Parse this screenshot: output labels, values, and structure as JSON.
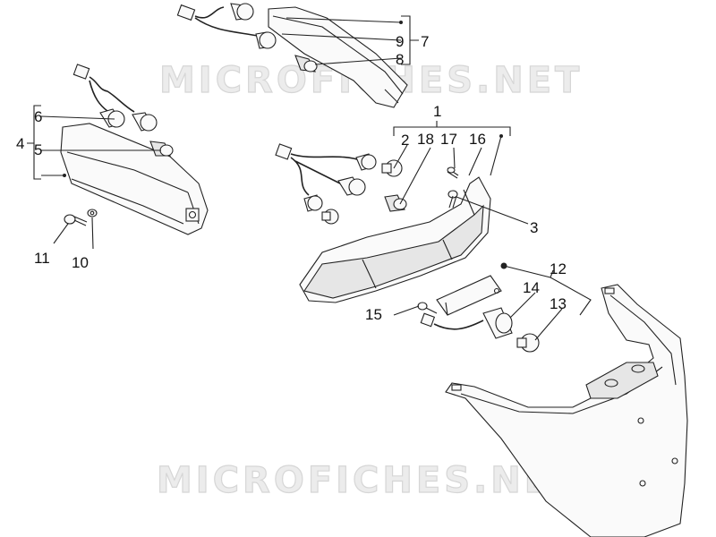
{
  "watermark": {
    "text_top": "MICROFICHES.NET",
    "text_bottom": "MICROFICHES.NET"
  },
  "callouts": {
    "c1": "1",
    "c2": "2",
    "c3": "3",
    "c4": "4",
    "c5": "5",
    "c6": "6",
    "c7": "7",
    "c8": "8",
    "c9": "9",
    "c10": "10",
    "c11": "11",
    "c12": "12",
    "c13": "13",
    "c14": "14",
    "c15": "15",
    "c16": "16",
    "c17": "17",
    "c18": "18"
  },
  "colors": {
    "line": "#222222",
    "watermark": "#d6d6d6"
  }
}
